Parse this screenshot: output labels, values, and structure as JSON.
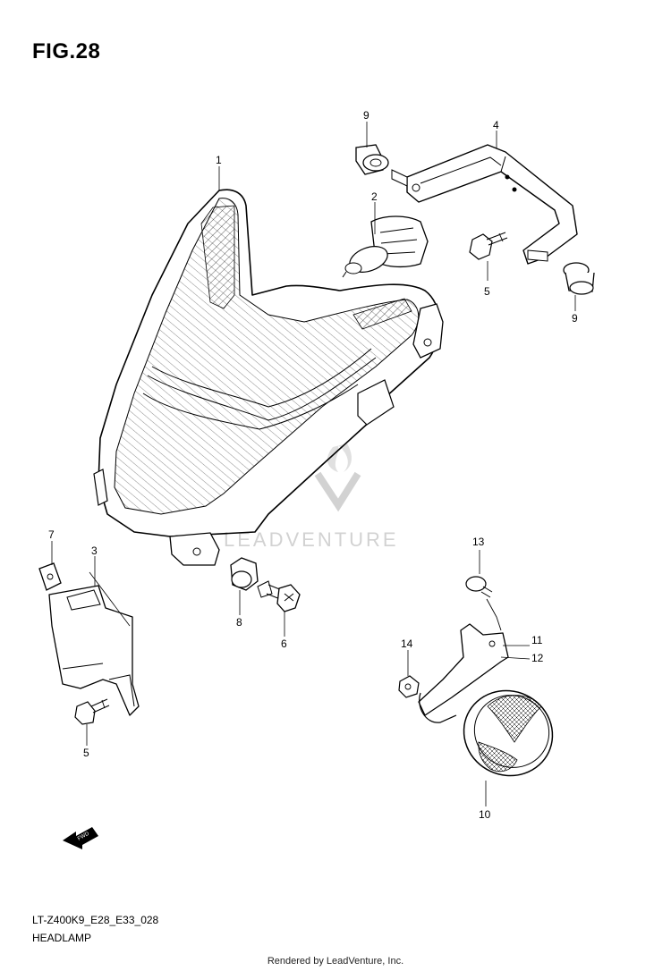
{
  "figure": {
    "title": "FIG.28"
  },
  "callouts": {
    "c1": "1",
    "c2": "2",
    "c3": "3",
    "c4": "4",
    "c5a": "5",
    "c5b": "5",
    "c6": "6",
    "c7": "7",
    "c8": "8",
    "c9a": "9",
    "c9b": "9",
    "c10": "10",
    "c11": "11",
    "c12": "12",
    "c13": "13",
    "c14": "14"
  },
  "watermark": {
    "text": "LEADVENTURE"
  },
  "arrow": {
    "text": "FWD"
  },
  "footer": {
    "model_code": "LT-Z400K9_E28_E33_028",
    "section_name": "HEADLAMP",
    "credit": "Rendered by LeadVenture, Inc."
  },
  "colors": {
    "line": "#000000",
    "watermark": "#d2d2d2",
    "background": "#ffffff"
  }
}
